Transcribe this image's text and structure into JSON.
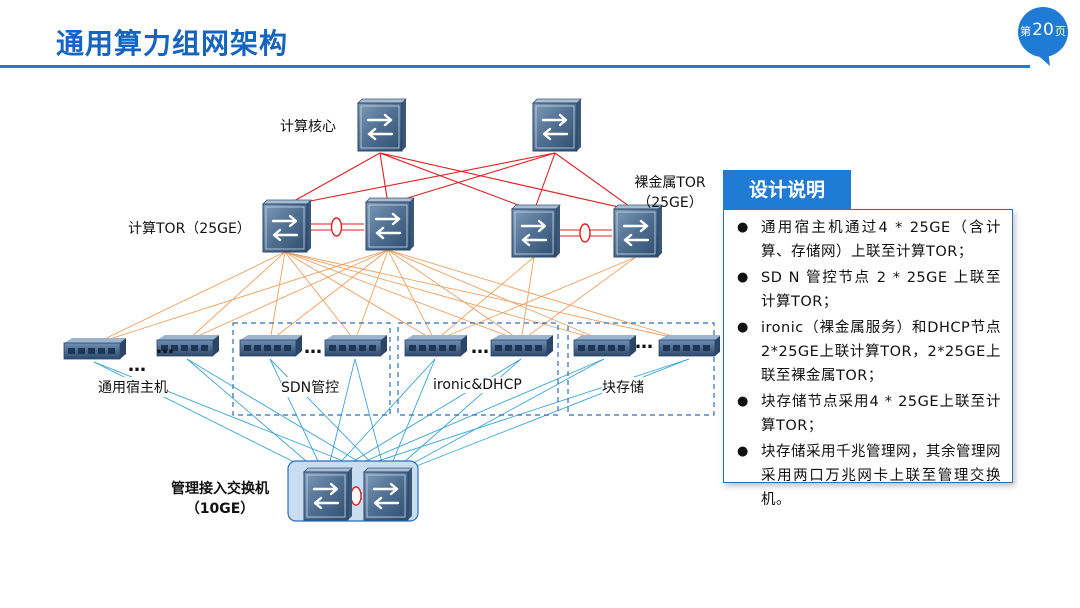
{
  "slide": {
    "title": "通用算力组网架构",
    "page_prefix": "第",
    "page_number": "20",
    "page_suffix": "页"
  },
  "diagram": {
    "compute_core_label": "计算核心",
    "compute_tor_label": "计算TOR（25GE）",
    "bm_tor_label_line1": "裸金属TOR",
    "bm_tor_label_line2": "（25GE）",
    "mgmt_switch_label_line1": "管理接入交换机",
    "mgmt_switch_label_line2": "（10GE）",
    "groups": [
      {
        "label": "通用宿主机"
      },
      {
        "label": "SDN管控"
      },
      {
        "label": "ironic&DHCP"
      },
      {
        "label": "块存储"
      }
    ],
    "ellipsis": "…",
    "colors": {
      "core_links": "#e02020",
      "tor_links": "#f0a060",
      "mgmt_links": "#3aa6d8",
      "accent": "#1f7bd4"
    }
  },
  "panel": {
    "heading": "设计说明",
    "notes": [
      "通用宿主机通过4 * 25GE（含计算、存储网）上联至计算TOR；",
      "SD N 管控节点 2 * 25GE 上联至计算TOR；",
      "ironic（裸金属服务）和DHCP节点2*25GE上联计算TOR，2*25GE上联至裸金属TOR；",
      "块存储节点采用4 * 25GE上联至计算TOR；",
      "块存储采用千兆管理网，其余管理网采用两口万兆网卡上联至管理交换机。"
    ]
  }
}
